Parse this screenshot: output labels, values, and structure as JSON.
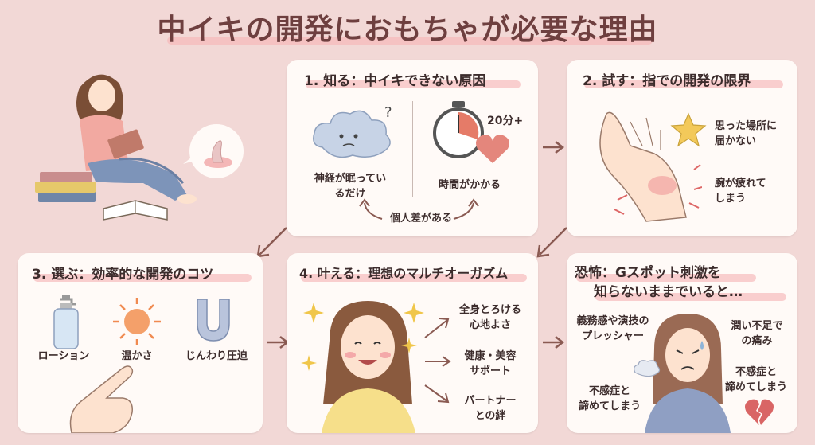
{
  "title": "中イキの開発におもちゃが必要な理由",
  "card1": {
    "title": "1. 知る：中イキできない原因",
    "cause1": "神経が眠っているだけ",
    "cause1_a": "神経が眠ってい",
    "cause1_b": "るだけ",
    "cause2": "時間がかかる",
    "timer": "20分+",
    "note": "個人差がある"
  },
  "card2": {
    "title": "2. 試す：指での開発の限界",
    "limit1_a": "思った場所に",
    "limit1_b": "届かない",
    "limit2_a": "腕が疲れて",
    "limit2_b": "しまう"
  },
  "card3": {
    "title": "3. 選ぶ：効率的な開発のコツ",
    "items": [
      "ローション",
      "温かさ",
      "じんわり圧迫"
    ]
  },
  "card4": {
    "title": "4. 叶える：理想のマルチオーガズム",
    "results": [
      [
        "全身とろける",
        "心地よさ"
      ],
      [
        "健康・美容",
        "サポート"
      ],
      [
        "パートナー",
        "との絆"
      ]
    ]
  },
  "card5": {
    "title_a": "恐怖：Gスポット刺激を",
    "title_b": "知らないままでいると…",
    "fears": [
      [
        "義務感や演技の",
        "プレッシャー"
      ],
      [
        "潤い不足で",
        "の痛み"
      ],
      [
        "不感症と",
        "諦めてしまう"
      ],
      [
        "不感症と",
        "諦めてしまう"
      ]
    ]
  },
  "colors": {
    "background": "#f2d8d6",
    "card": "#fffaf7",
    "accent": "#f7c3c3",
    "arrow": "#8a5a52",
    "title": "#6e3f3f"
  },
  "icons": [
    "woman-reading-illustration",
    "toy-icon",
    "cloud-icon",
    "stopwatch-icon",
    "heart-icon",
    "hand-icon",
    "star-icon",
    "lotion-bottle-icon",
    "sun-icon",
    "u-shape-toy-icon",
    "pointing-hand-icon",
    "happy-woman-illustration",
    "sparkle-icon",
    "worried-woman-illustration",
    "wind-puff-icon",
    "broken-heart-icon"
  ]
}
